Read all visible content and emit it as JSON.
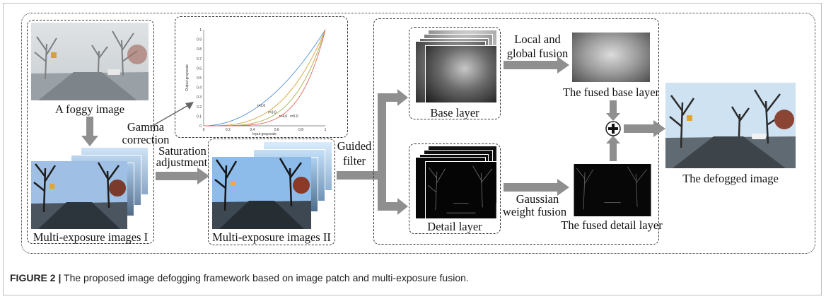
{
  "figure": {
    "caption_bold": "FIGURE 2 |",
    "caption_text": " The proposed image defogging framework based on image patch and multi-exposure fusion."
  },
  "labels": {
    "foggy_image": "A foggy image",
    "gamma_line1": "Gamma",
    "gamma_line2": "correction",
    "multi_exposure_1": "Multi-exposure images I",
    "saturation_line1": "Saturation",
    "saturation_line2": "adjustment",
    "multi_exposure_2": "Multi-exposure images II",
    "guided_line1": "Guided",
    "guided_line2": "filter",
    "base_layer": "Base layer",
    "detail_layer": "Detail layer",
    "local_line1": "Local and",
    "local_line2": "global fusion",
    "gaussian_line1": "Gaussian",
    "gaussian_line2": "weight fusion",
    "fused_base": "The fused base layer",
    "fused_detail": "The fused detail layer",
    "defogged": "The defogged image"
  },
  "gamma_plot": {
    "xlabel": "Input grayscale",
    "ylabel": "Output grayscale",
    "x_ticks": [
      "0",
      "0.2",
      "0.4",
      "0.6",
      "0.8",
      "1"
    ],
    "y_ticks": [
      "0",
      "0.1",
      "0.2",
      "0.3",
      "0.4",
      "0.5",
      "0.6",
      "0.7",
      "0.8",
      "0.9",
      "1"
    ],
    "curves": [
      {
        "label": "r=2.0",
        "gamma": 2.0,
        "color": "#4f8fd6"
      },
      {
        "label": "r=3.0",
        "gamma": 3.0,
        "color": "#d7a23c"
      },
      {
        "label": "r=4.0",
        "gamma": 4.0,
        "color": "#9fb348"
      },
      {
        "label": "r=5.0",
        "gamma": 5.0,
        "color": "#e0685a"
      }
    ]
  },
  "icons": {
    "plus": "plus-circle-icon"
  }
}
